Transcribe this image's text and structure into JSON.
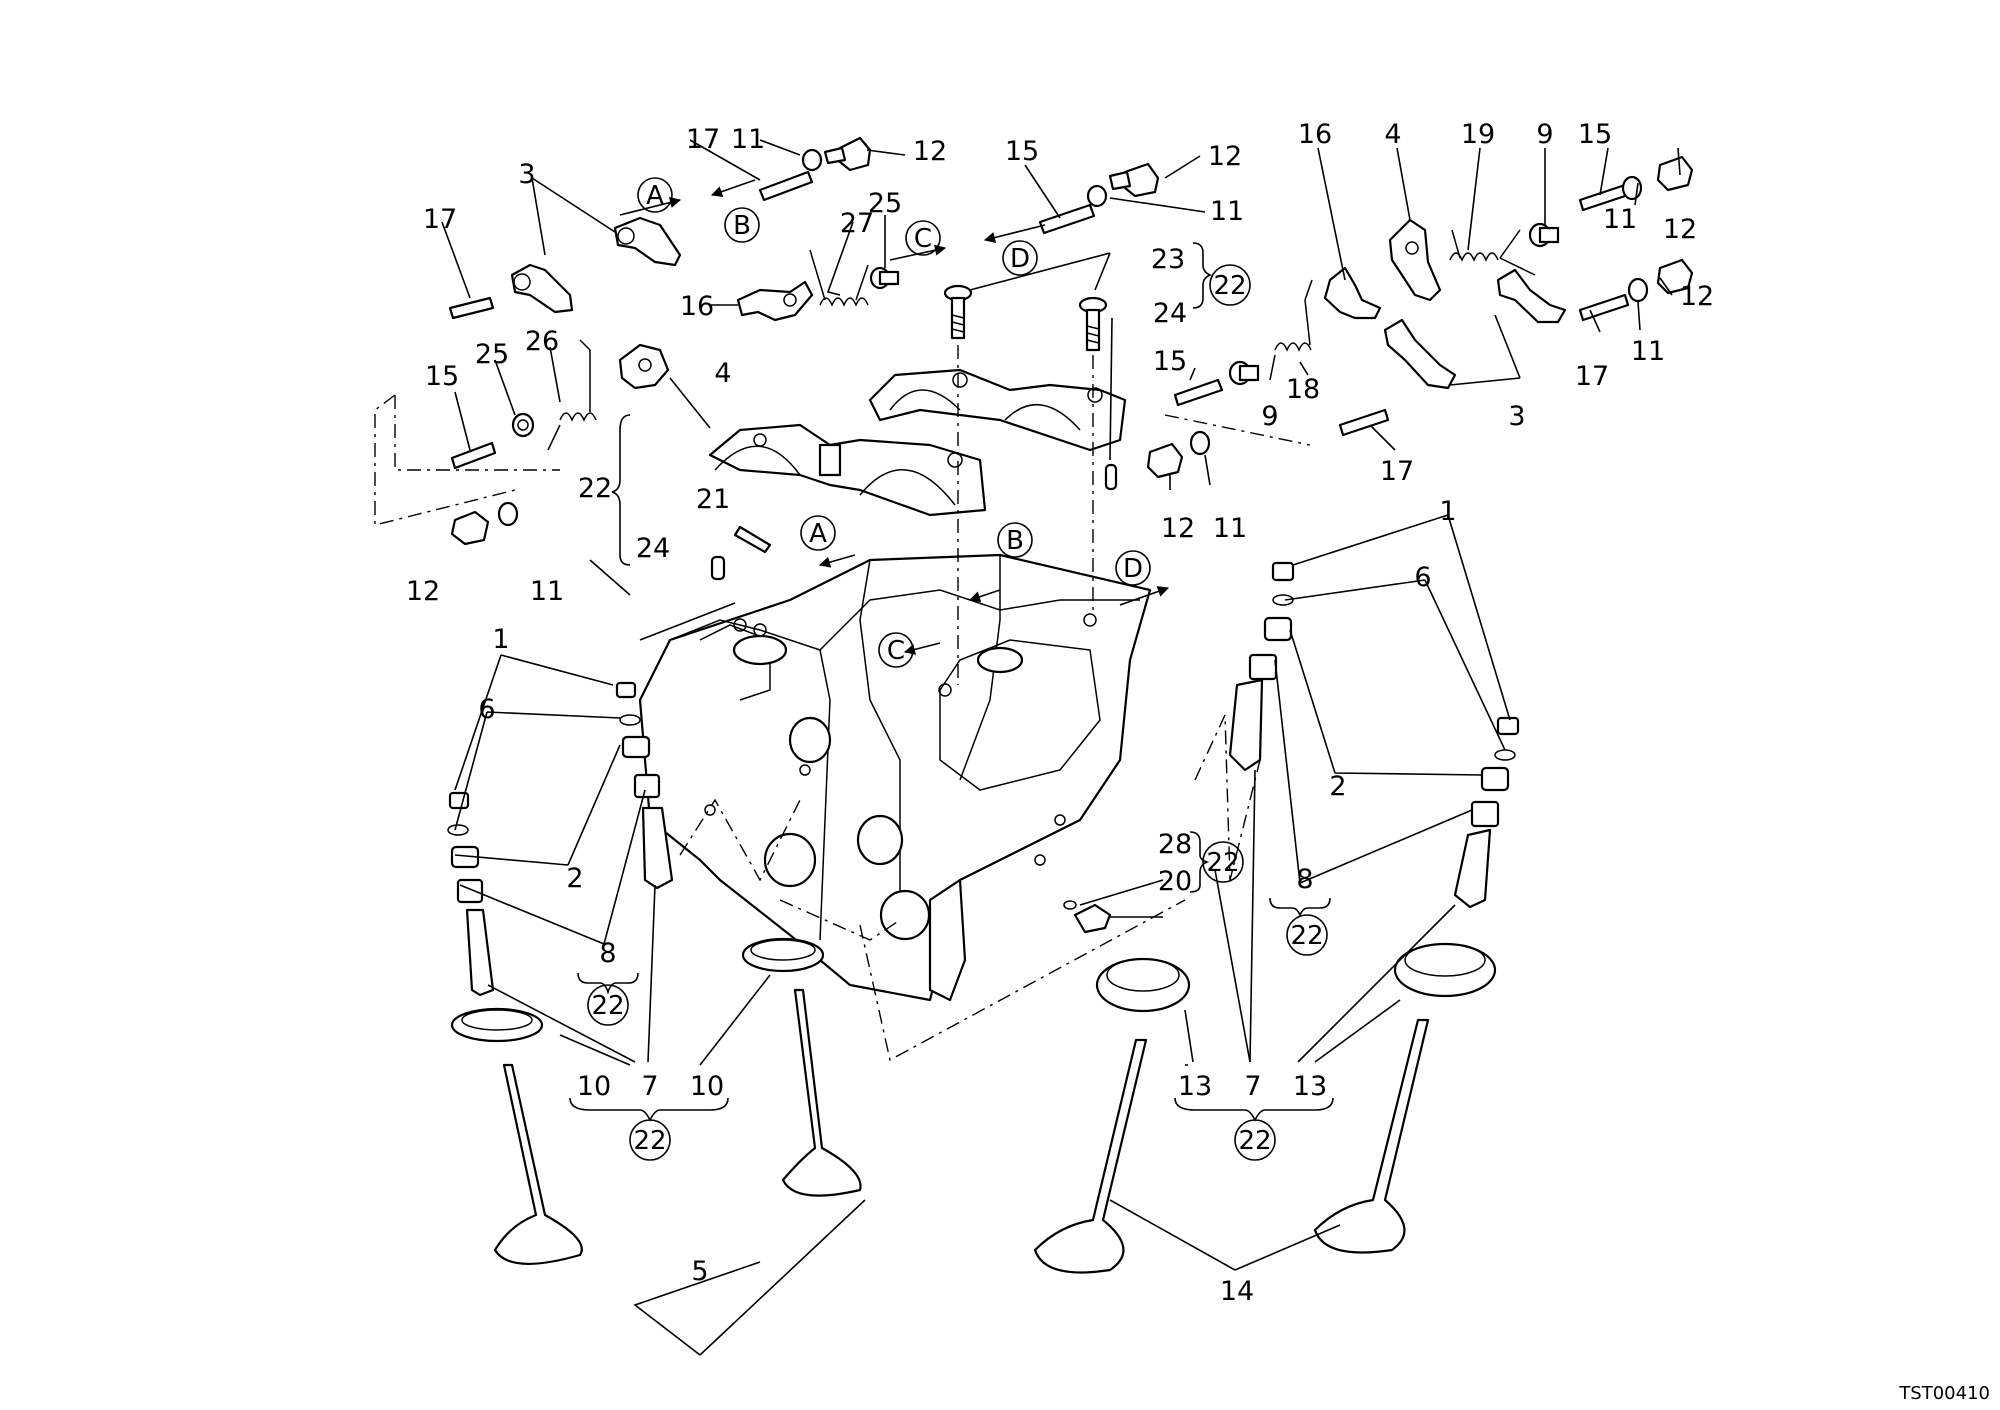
{
  "callouts": {
    "c1": "1",
    "c2": "2",
    "c3": "3",
    "c4": "4",
    "c5": "5",
    "c6": "6",
    "c7": "7",
    "c8": "8",
    "c9": "9",
    "c10": "10",
    "c11": "11",
    "c12": "12",
    "c13": "13",
    "c14": "14",
    "c15": "15",
    "c16": "16",
    "c17": "17",
    "c18": "18",
    "c19": "19",
    "c20": "20",
    "c21": "21",
    "c22": "22",
    "c23": "23",
    "c24": "24",
    "c25": "25",
    "c26": "26",
    "c27": "27",
    "c28": "28"
  },
  "refs": {
    "A": "A",
    "B": "B",
    "C": "C",
    "D": "D"
  },
  "drawing_code": "TST00410"
}
